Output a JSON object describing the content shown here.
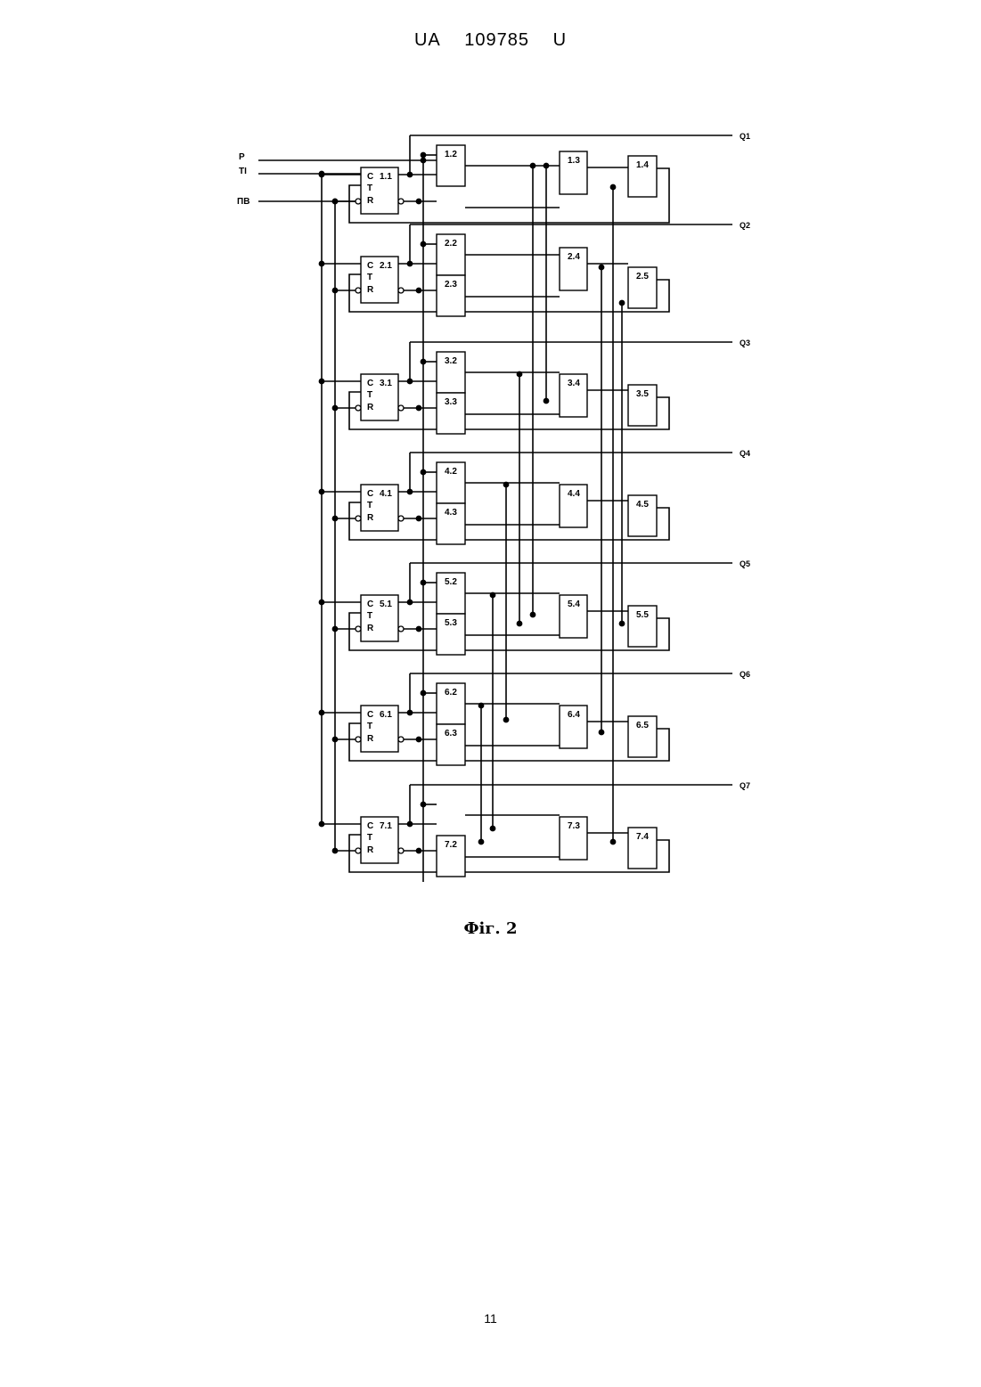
{
  "header": {
    "country": "UA",
    "number": "109785",
    "kind": "U"
  },
  "figure": {
    "caption": "Фіг. 2",
    "inputs": [
      "P",
      "TI",
      "ПВ"
    ],
    "outputs": [
      "Q1",
      "Q2",
      "Q3",
      "Q4",
      "Q5",
      "Q6",
      "Q7"
    ],
    "trigger_pins": [
      "C",
      "T",
      "R"
    ],
    "rows": [
      {
        "trigger": "1.1",
        "gate_a": "1.2",
        "gate_b": "",
        "gate_c": "1.3",
        "gate_d": "1.4"
      },
      {
        "trigger": "2.1",
        "gate_a": "2.2",
        "gate_b": "2.3",
        "gate_c": "2.4",
        "gate_d": "2.5"
      },
      {
        "trigger": "3.1",
        "gate_a": "3.2",
        "gate_b": "3.3",
        "gate_c": "3.4",
        "gate_d": "3.5"
      },
      {
        "trigger": "4.1",
        "gate_a": "4.2",
        "gate_b": "4.3",
        "gate_c": "4.4",
        "gate_d": "4.5"
      },
      {
        "trigger": "5.1",
        "gate_a": "5.2",
        "gate_b": "5.3",
        "gate_c": "5.4",
        "gate_d": "5.5"
      },
      {
        "trigger": "6.1",
        "gate_a": "6.2",
        "gate_b": "6.3",
        "gate_c": "6.4",
        "gate_d": "6.5"
      },
      {
        "trigger": "7.1",
        "gate_a": "",
        "gate_b": "7.2",
        "gate_c": "7.3",
        "gate_d": "7.4"
      }
    ]
  },
  "page_number": "11"
}
